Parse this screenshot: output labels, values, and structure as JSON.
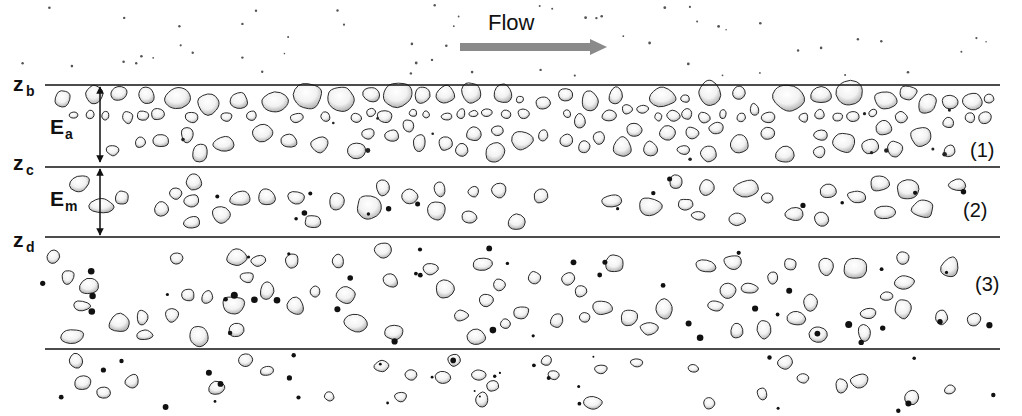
{
  "diagram": {
    "labels": [
      "Flow",
      "z",
      "b",
      "E",
      "a",
      "(1)",
      "z",
      "c",
      "E",
      "m",
      "(2)",
      "z",
      "d",
      "(3)"
    ]
  }
}
